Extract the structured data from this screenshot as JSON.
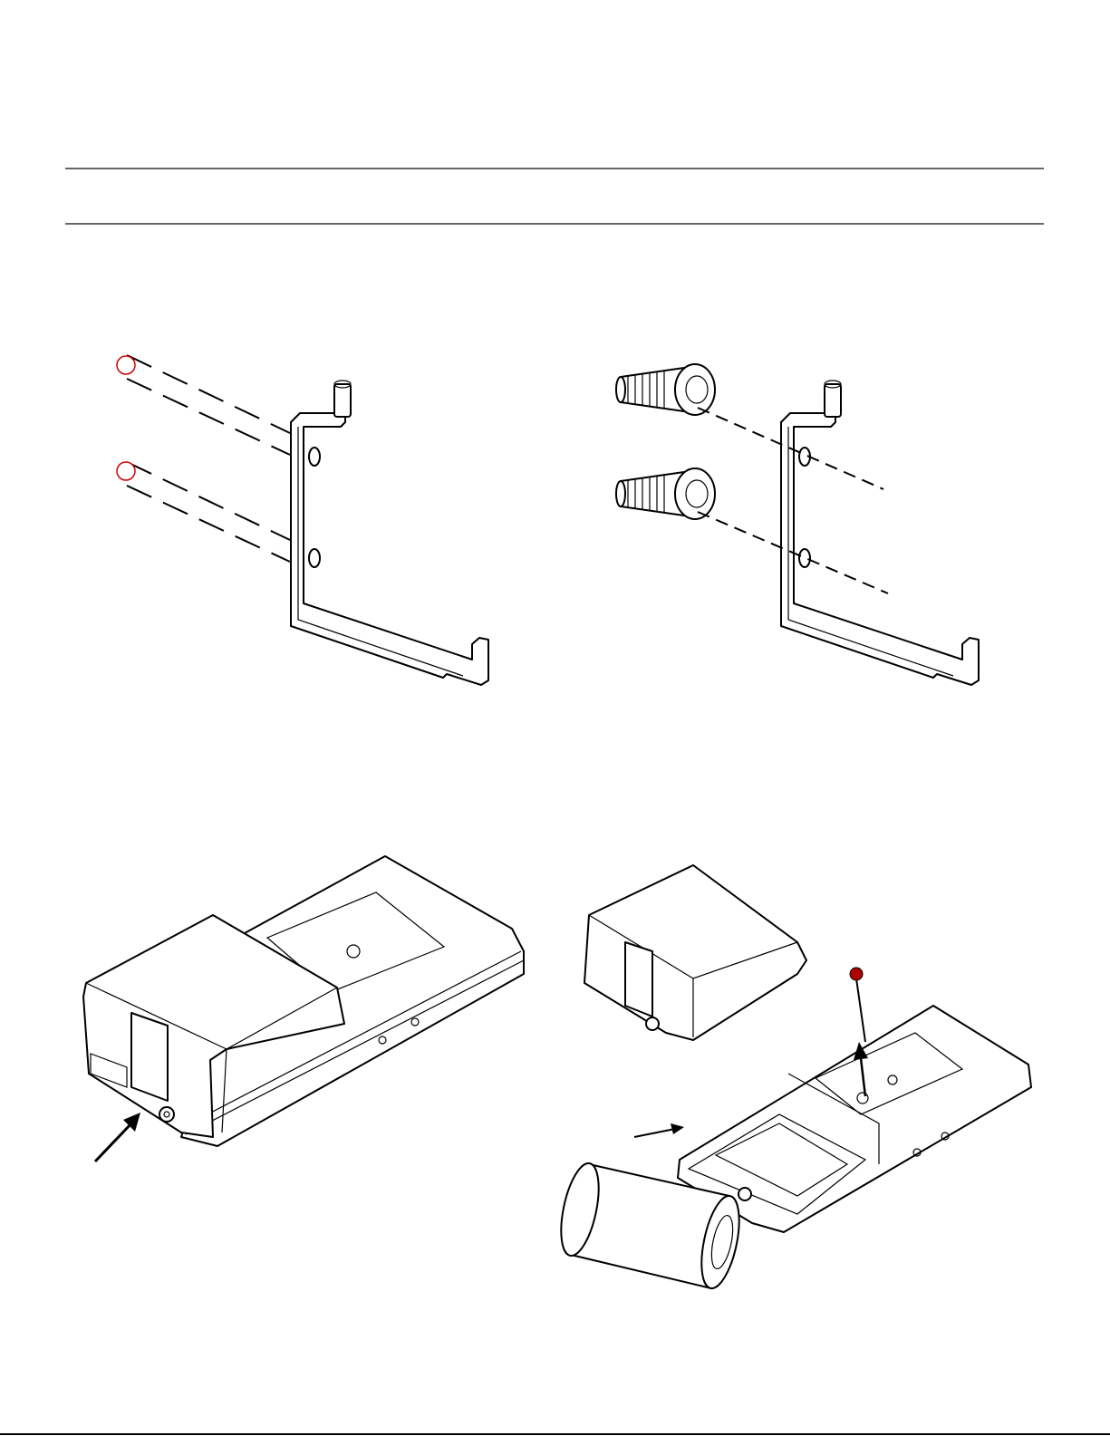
{
  "colors": {
    "rule": "#666666",
    "line": "#000000",
    "marker_outline": "#cc0000",
    "pin_head": "#b00000"
  },
  "figures": [
    {
      "icon": "bracket-drill-marks-figure"
    },
    {
      "icon": "bracket-anchors-figure"
    },
    {
      "icon": "device-cover-release-figure"
    },
    {
      "icon": "device-battery-install-figure"
    }
  ]
}
